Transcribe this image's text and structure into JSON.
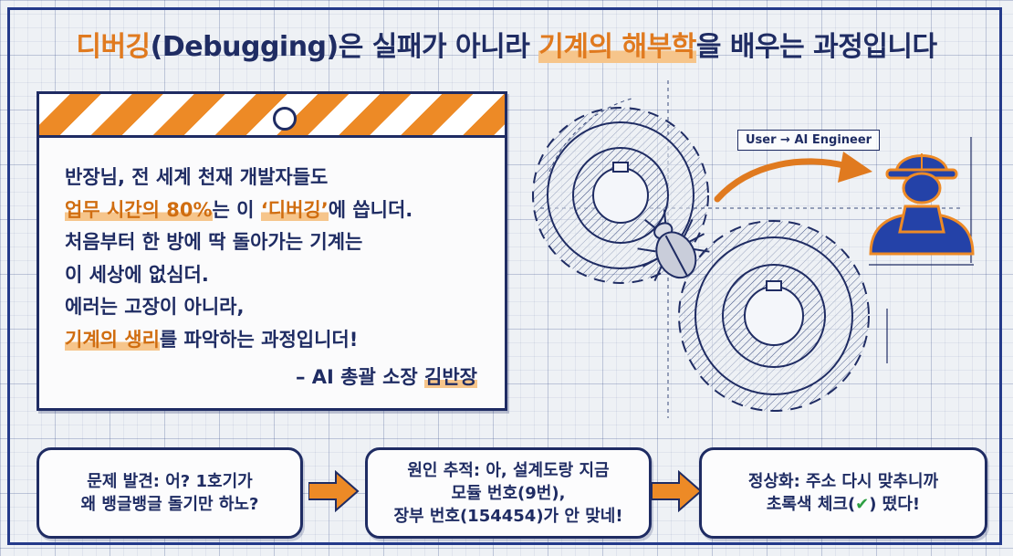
{
  "title": {
    "p1": "디버깅",
    "p2": "(Debugging)은 실패가 아니라 ",
    "p3": "기계의 해부학",
    "p4": "을 배우는 과정입니다"
  },
  "quote": {
    "l1": "반장님, 전 세계 천재 개발자들도",
    "l2a": "업무 시간의 80%",
    "l2b": "는 이 ",
    "l2c": "‘디버깅’",
    "l2d": "에 씁니더.",
    "l3": "처음부터 한 방에 딱 돌아가는 기계는",
    "l4": "이 세상에 없심더.",
    "l5": "에러는 고장이 아니라,",
    "l6a": "기계의 생리",
    "l6b": "를 파악하는 과정입니더!",
    "sig_prefix": "– AI 총괄 소장 ",
    "sig_name": "김반장"
  },
  "diagram": {
    "role_label": "User → AI Engineer",
    "icons": [
      "gear-icon",
      "beetle-icon",
      "hardhat-worker-icon",
      "curved-arrow-icon"
    ]
  },
  "steps": [
    {
      "l1": "문제 발견: 어? 1호기가",
      "l2": "왜 뱅글뱅글 돌기만 하노?"
    },
    {
      "l1": "원인 추적: 아, 설계도랑 지금",
      "l2": "모듈 번호(9번),",
      "l3": "장부 번호(154454)가 안 맞네!"
    },
    {
      "l1": "정상화: 주소 다시 맞추니까",
      "l2a": "초록색 체크(",
      "l2b": "✔",
      "l2c": ") 떴다!"
    }
  ],
  "colors": {
    "navy": "#1f2c63",
    "orange": "#ed8a26",
    "highlight": "#f6c58b",
    "check_green": "#2ea043"
  }
}
